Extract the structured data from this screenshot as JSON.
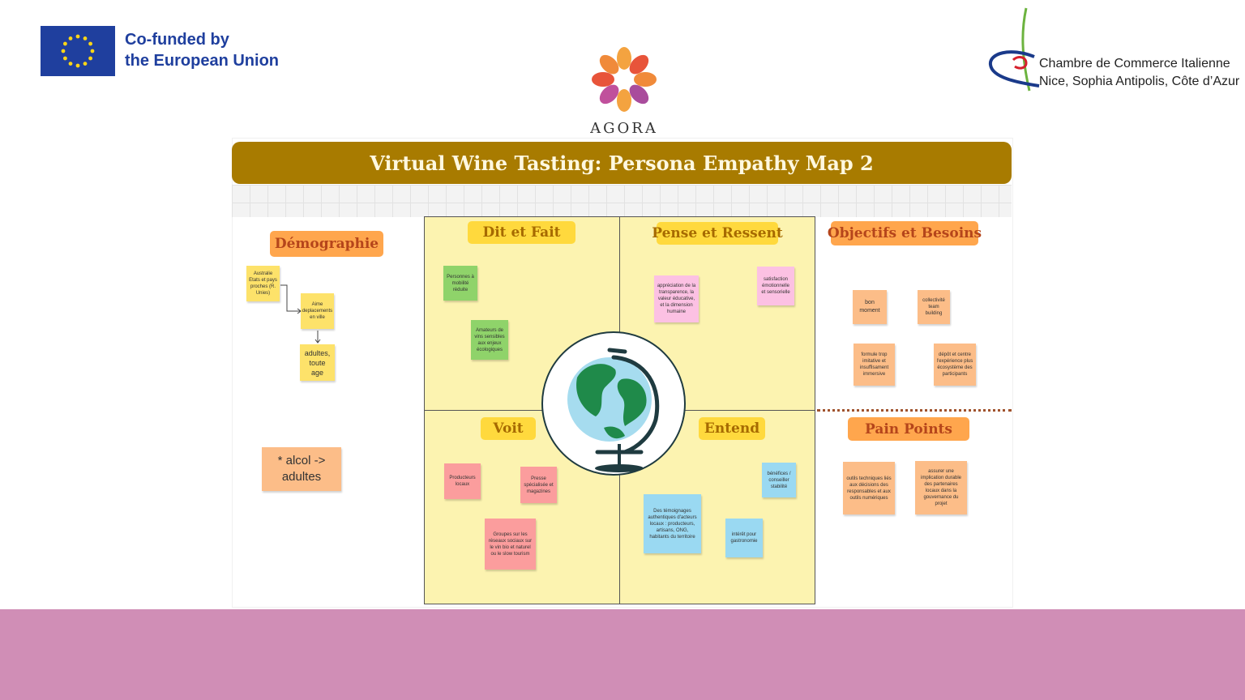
{
  "header": {
    "eu_line1": "Co-funded by",
    "eu_line2": "the European Union",
    "agora_name": "AGORA",
    "ccit_line1": "Chambre de Commerce Italienne",
    "ccit_line2": "Nice, Sophia Antipolis, Côte d’Azur"
  },
  "board": {
    "title": "Virtual Wine Tasting: Persona Empathy Map 2",
    "sections": {
      "demographie": "Démographie",
      "dit_fait": "Dit et Fait",
      "pense_ressent": "Pense et Ressent",
      "objectifs": "Objectifs et Besoins",
      "voit": "Voit",
      "entend": "Entend",
      "pain_points": "Pain Points"
    },
    "notes": {
      "demo_1": "Australie Etats et pays proches (R. Unies)",
      "demo_2": "Aime deplacements en ville",
      "demo_3": "adultes, toute age",
      "alcol": "* alcol -> adultes",
      "dit_1": "Personnes à mobilité réduite",
      "dit_2": "Amateurs de vins sensibles aux enjeux écologiques",
      "pense_1": "appréciation de la transparence, la valeur éducative, et la dimension humaine",
      "pense_2": "satisfaction émotionnelle et sensorielle",
      "obj_1": "bon moment",
      "obj_2": "collectivité team building",
      "obj_3": "formule trop imitative et insuffisament immersive",
      "obj_4": "dépôt et centre l'expérience plus écosystème des participants",
      "voit_1": "Producteurs locaux",
      "voit_2": "Presse spécialisée et magazines",
      "voit_3": "Groupes sur les réseaux sociaux sur le vin bio et naturel ou le slow tourism",
      "entend_1": "Des témoignages authentiques d'acteurs locaux : producteurs, artisans, ONG, habitants du territoire",
      "entend_2": "bénéfices / conseiller stabilité",
      "entend_3": "intérêt pour gastronomie",
      "pain_1": "outils techniques liés aux décisions des responsables et aux outils numériques",
      "pain_2": "assurer une implication durable des partenaires locaux dans la gouvernance du projet"
    }
  },
  "colors": {
    "title_bar": "#a87b00",
    "quadrant_bg": "#fcf3b0",
    "footer": "#d08eb6",
    "eu_blue": "#1f3f9e"
  },
  "icons": {
    "eu_flag": "eu-flag-icon",
    "agora": "agora-flower-icon",
    "ccit": "ccit-swoosh-icon",
    "globe": "globe-icon"
  }
}
